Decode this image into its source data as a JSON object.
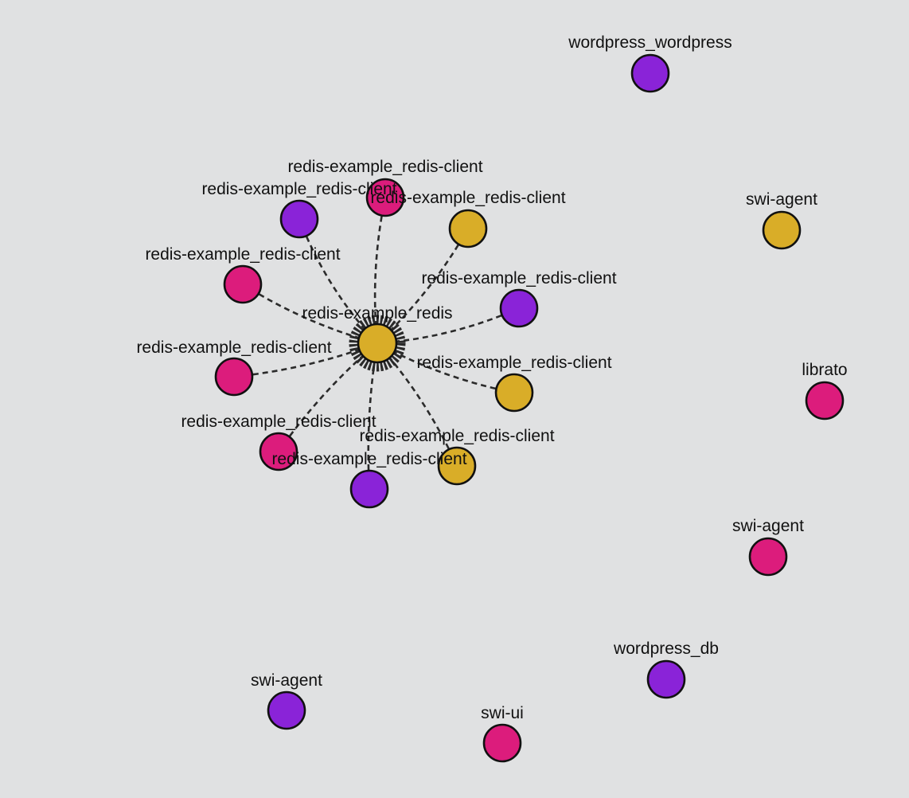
{
  "colors": {
    "background": "#e0e1e2",
    "purple": "#8a23d8",
    "magenta": "#dc1c7c",
    "gold": "#d9ad28",
    "stroke": "#111111"
  },
  "graph": {
    "focused_node": "hub",
    "nodes": [
      {
        "id": "hub",
        "label": "redis-example_redis",
        "color": "gold"
      },
      {
        "id": "c1",
        "label": "redis-example_redis-client",
        "color": "purple"
      },
      {
        "id": "c2",
        "label": "redis-example_redis-client",
        "color": "magenta"
      },
      {
        "id": "c3",
        "label": "redis-example_redis-client",
        "color": "gold"
      },
      {
        "id": "c4",
        "label": "redis-example_redis-client",
        "color": "magenta"
      },
      {
        "id": "c5",
        "label": "redis-example_redis-client",
        "color": "purple"
      },
      {
        "id": "c6",
        "label": "redis-example_redis-client",
        "color": "magenta"
      },
      {
        "id": "c7",
        "label": "redis-example_redis-client",
        "color": "gold"
      },
      {
        "id": "c8",
        "label": "redis-example_redis-client",
        "color": "magenta"
      },
      {
        "id": "c9",
        "label": "redis-example_redis-client",
        "color": "purple"
      },
      {
        "id": "c10",
        "label": "redis-example_redis-client",
        "color": "gold"
      },
      {
        "id": "wp",
        "label": "wordpress_wordpress",
        "color": "purple"
      },
      {
        "id": "agent1",
        "label": "swi-agent",
        "color": "gold"
      },
      {
        "id": "librato",
        "label": "librato",
        "color": "magenta"
      },
      {
        "id": "agent2",
        "label": "swi-agent",
        "color": "magenta"
      },
      {
        "id": "wpdb",
        "label": "wordpress_db",
        "color": "purple"
      },
      {
        "id": "agent3",
        "label": "swi-agent",
        "color": "purple"
      },
      {
        "id": "ui",
        "label": "swi-ui",
        "color": "magenta"
      }
    ],
    "edges": [
      {
        "source": "c1",
        "target": "hub"
      },
      {
        "source": "c2",
        "target": "hub"
      },
      {
        "source": "c3",
        "target": "hub"
      },
      {
        "source": "c4",
        "target": "hub"
      },
      {
        "source": "c5",
        "target": "hub"
      },
      {
        "source": "c6",
        "target": "hub"
      },
      {
        "source": "c7",
        "target": "hub"
      },
      {
        "source": "c8",
        "target": "hub"
      },
      {
        "source": "c9",
        "target": "hub"
      },
      {
        "source": "c10",
        "target": "hub"
      }
    ]
  }
}
